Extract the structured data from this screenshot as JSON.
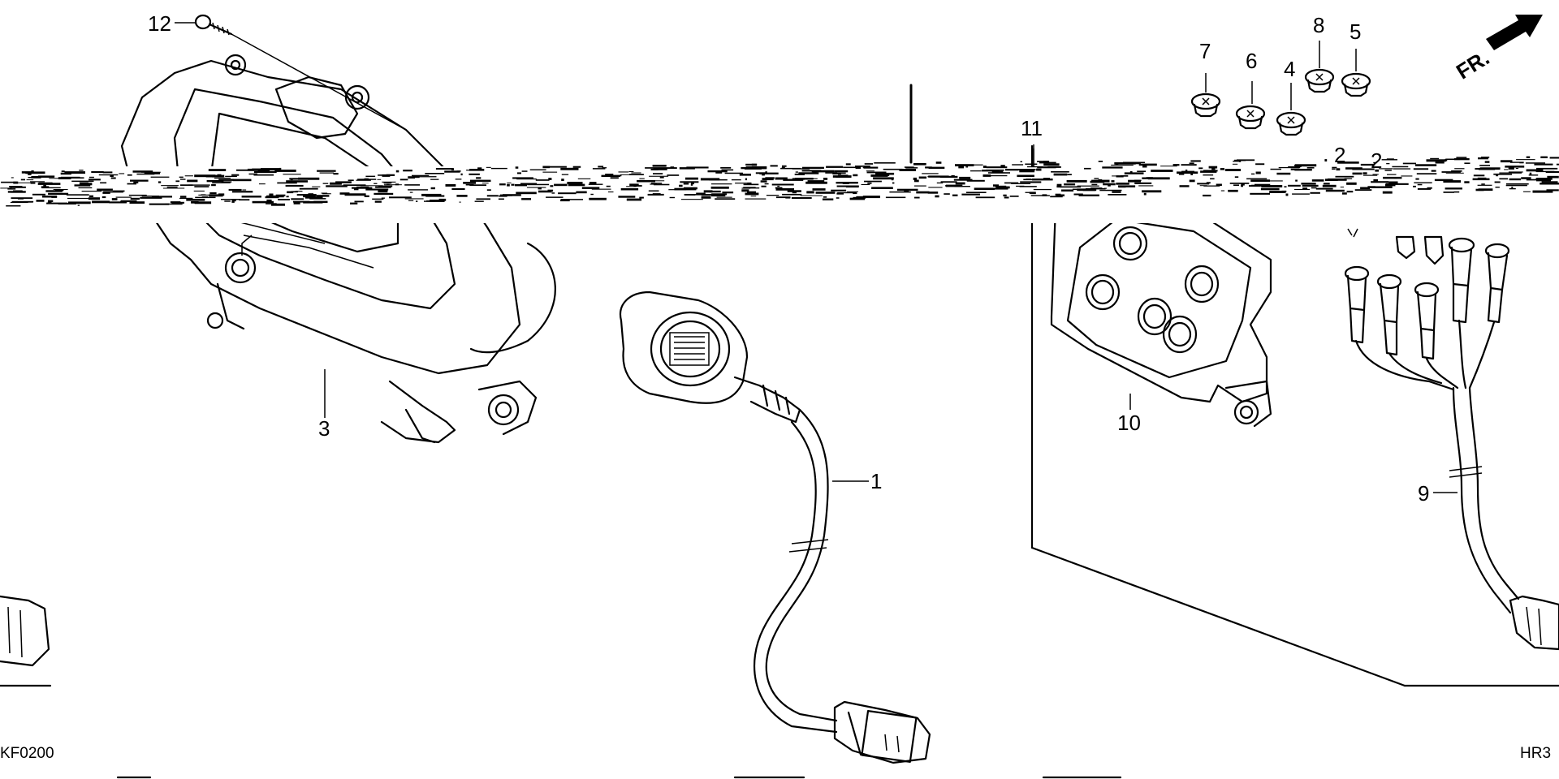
{
  "callouts": {
    "c1": "1",
    "c2a": "2",
    "c2b": "2",
    "c3": "3",
    "c4": "4",
    "c5": "5",
    "c6": "6",
    "c7": "7",
    "c8": "8",
    "c9": "9",
    "c10": "10",
    "c11": "11",
    "c12": "12"
  },
  "direction_label": "FR.",
  "codes": {
    "left": "KF0200",
    "right": "HR3"
  },
  "colors": {
    "line": "#000000",
    "background": "#ffffff",
    "noise_band": "#000000"
  }
}
